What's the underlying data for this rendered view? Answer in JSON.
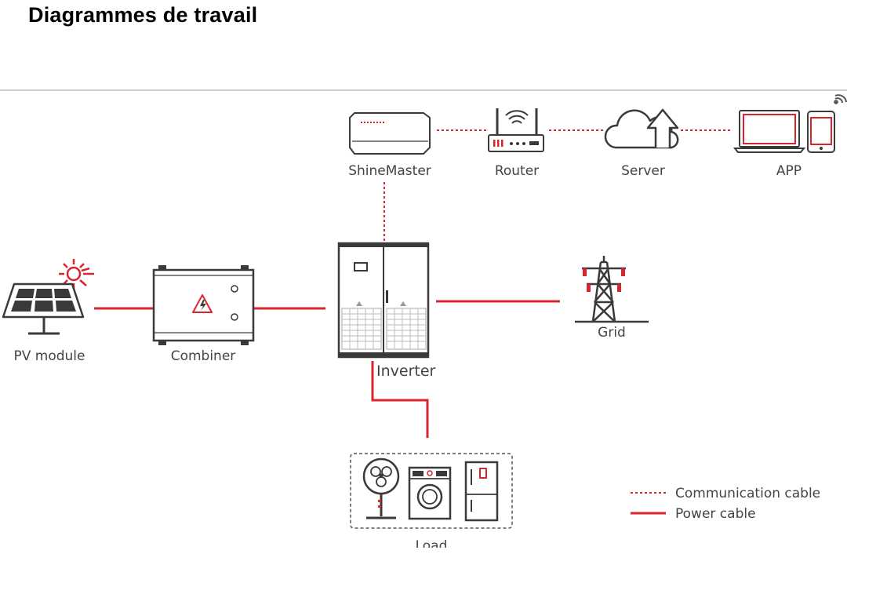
{
  "page": {
    "title": "Diagrammes de travail"
  },
  "diagram": {
    "nodes": {
      "shinemaster": "ShineMaster",
      "router": "Router",
      "server": "Server",
      "app": "APP",
      "pv_module": "PV module",
      "combiner": "Combiner",
      "inverter": "Inverter",
      "grid": "Grid",
      "load": "Load"
    },
    "legend": {
      "communication": "Communication cable",
      "power": "Power cable"
    },
    "colors": {
      "cable_red": "#d9262e",
      "outline_dark": "#3a3a3a"
    },
    "icons": [
      "wifi-icon",
      "shinemaster-device",
      "router-icon",
      "cloud-upload-icon",
      "laptop-icon",
      "phone-icon",
      "solar-panel-icon",
      "sun-icon",
      "combiner-box",
      "warning-high-voltage-icon",
      "inverter-cabinet",
      "transmission-tower-icon",
      "fan-icon",
      "washing-machine-icon",
      "refrigerator-icon"
    ]
  }
}
